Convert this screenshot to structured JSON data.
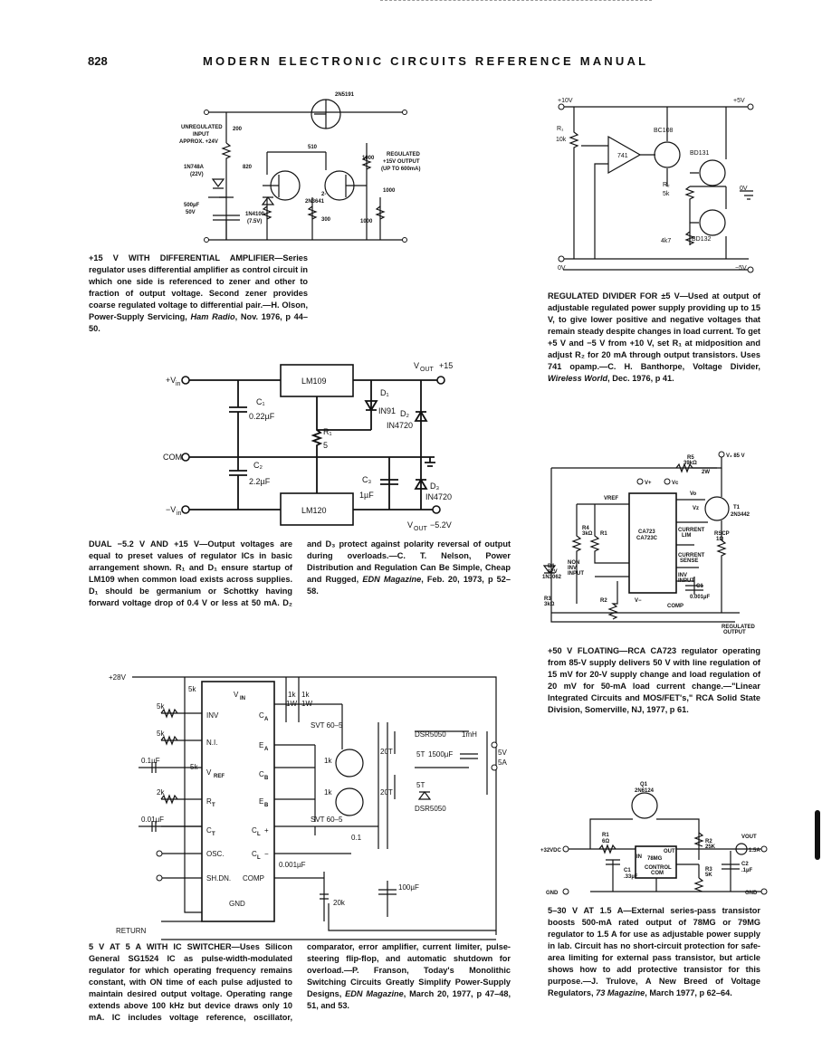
{
  "page": {
    "number": "828",
    "running_title": "MODERN ELECTRONIC CIRCUITS REFERENCE MANUAL"
  },
  "circuits": [
    {
      "id": "c1",
      "labels": [
        "2N5191",
        "UNREGULATED",
        "INPUT",
        "APPROX. +24V",
        "200",
        "510",
        "1000",
        "REGULATED",
        "+15V OUTPUT",
        "(UP TO 600mA)",
        "1N748A",
        "(22V)",
        "820",
        "2-",
        "2N3641",
        "1000",
        "500µF",
        "50V",
        "1N4100",
        "(7.5V)",
        "300",
        "1000"
      ],
      "caption": {
        "head": "+15 V WITH DIFFERENTIAL AMPLIFIER—",
        "body": "Series regulator uses differential amplifier as control circuit in which one side is referenced to zener and other to fraction of output voltage. Second zener provides coarse regulated voltage to differential pair.—H. Olson, Power-Supply Servicing, ",
        "source": "Ham Radio",
        "tail": ", Nov. 1976, p 44–50."
      }
    },
    {
      "id": "c2",
      "labels": [
        "+10V",
        "+5V",
        "R₁",
        "10k",
        "BC108",
        "741",
        "BD131",
        "R₂",
        "5k",
        "0V",
        "4k7",
        "BD132",
        "0V",
        "−5V"
      ],
      "caption": {
        "head": "REGULATED DIVIDER FOR ±5 V—",
        "body": "Used at output of adjustable regulated power supply providing up to 15 V, to give lower positive and negative voltages that remain steady despite changes in load current. To get +5 V and −5 V from +10 V, set R₁ at midposition and adjust R₂ for 20 mA through output transistors. Uses 741 opamp.—C. H. Banthorpe, Voltage Divider, ",
        "source": "Wireless World",
        "tail": ", Dec. 1976, p 41."
      }
    },
    {
      "id": "c3",
      "labels": [
        "+V",
        "in",
        "LM109",
        "V",
        "OUT",
        "+15",
        "D₁",
        "IN91",
        "D₂",
        "IN4720",
        "C₁",
        "0.22µF",
        "R₁",
        "5",
        "COM",
        "C₂",
        "2.2µF",
        "C₃",
        "1µF",
        "D₃",
        "IN4720",
        "−V",
        "in",
        "LM120",
        "V",
        "OUT",
        "−5.2V"
      ],
      "caption": {
        "head": "DUAL −5.2 V AND +15 V—",
        "body": "Output voltages are equal to preset values of regulator ICs in basic arrangement shown. R₁ and D₁ ensure startup of LM109 when common load exists across supplies. D₁ should be germanium or Schottky having forward voltage drop of 0.4 V or less at 50 mA. D₂ and D₃ protect against polarity reversal of output during overloads.—C. T. Nelson, Power Distribution and Regulation Can Be Simple, Cheap and Rugged, ",
        "source": "EDN Magazine",
        "tail": ", Feb. 20, 1973, p 52–58."
      }
    },
    {
      "id": "c4",
      "labels": [
        "R5",
        "39kΩ",
        "2W",
        "V₂ 85 V",
        "V+",
        "Vc",
        "VREF",
        "Vo",
        "Vz",
        "T1",
        "2N3442",
        "R4",
        "3kΩ",
        "R1",
        "CA723",
        "CA723C",
        "CURRENT",
        "LIM",
        "RSCP",
        "1Ω",
        "CURRENT",
        "SENSE",
        "D1",
        "12V",
        "1N3062",
        "NON",
        "INV",
        "INPUT",
        "INV",
        "INPUT",
        "C1",
        "0.001µF",
        "R3",
        "3kΩ",
        "R2",
        "V−",
        "COMP",
        "REGULATED",
        "OUTPUT"
      ],
      "caption": {
        "head": "+50 V FLOATING—",
        "body": "RCA CA723 regulator operating from 85-V supply delivers 50 V with line regulation of 15 mV for 20-V supply change and load regulation of 20 mV for 50-mA load current change.—\"Linear Integrated Circuits and MOS/FET's,\" RCA Solid State Division, Somerville, NJ, 1977, p 61.",
        "source": "",
        "tail": ""
      }
    },
    {
      "id": "c5",
      "labels": [
        "+28V",
        "5k",
        "5k",
        "V",
        "IN",
        "INV",
        "C",
        "A",
        "1k",
        "1W",
        "1k",
        "1W",
        "5k",
        "N.I.",
        "E",
        "A",
        "SVT 60–5",
        "DSR5050",
        "1mH",
        "0.1µF",
        "5k",
        "V",
        "REF",
        "C",
        "B",
        "1k",
        "20T",
        "5T",
        "1500µF",
        "5V",
        "5A",
        "2k",
        "R",
        "T",
        "E",
        "B",
        "1k",
        "20T",
        "5T",
        "0.01µF",
        "C",
        "T",
        "C",
        "L",
        "+",
        "SVT 60–5",
        "DSR5050",
        "OSC.",
        "C",
        "L",
        "−",
        "0.1",
        "SH.DN.",
        "COMP",
        "0.001µF",
        "100µF",
        "GND",
        "20k",
        "RETURN"
      ],
      "caption": {
        "head": "5 V AT 5 A WITH IC SWITCHER—",
        "body": "Uses Silicon General SG1524 IC as pulse-width-modulated regulator for which operating frequency remains constant, with ON time of each pulse adjusted to maintain desired output voltage. Operating range extends above 100 kHz but device draws only 10 mA. IC includes voltage reference, oscillator, comparator, error amplifier, current limiter, pulse-steering flip-flop, and automatic shutdown for overload.—P. Franson, Today's Monolithic Switching Circuits Greatly Simplify Power-Supply Designs, ",
        "source": "EDN Magazine",
        "tail": ", March 20, 1977, p 47–48, 51, and 53."
      }
    },
    {
      "id": "c6",
      "labels": [
        "Q1",
        "2N6124",
        "R1",
        "6Ω",
        "OUT",
        "78MG",
        "IN",
        "CONTROL",
        "COM",
        "R2",
        "25K",
        "VOUT",
        "1.5A",
        "+32VDC",
        "C1",
        ".33µF",
        "R3",
        "5K",
        "C2",
        ".1µF",
        "GND",
        "GND"
      ],
      "caption": {
        "head": "5–30 V AT 1.5 A—",
        "body": "External series-pass transistor boosts 500-mA rated output of 78MG or 79MG regulator to 1.5 A for use as adjustable power supply in lab. Circuit has no short-circuit protection for safe-area limiting for external pass transistor, but article shows how to add protective transistor for this purpose.—J. Trulove, A New Breed of Voltage Regulators, ",
        "source": "73 Magazine",
        "tail": ", March 1977, p 62–64."
      }
    }
  ]
}
